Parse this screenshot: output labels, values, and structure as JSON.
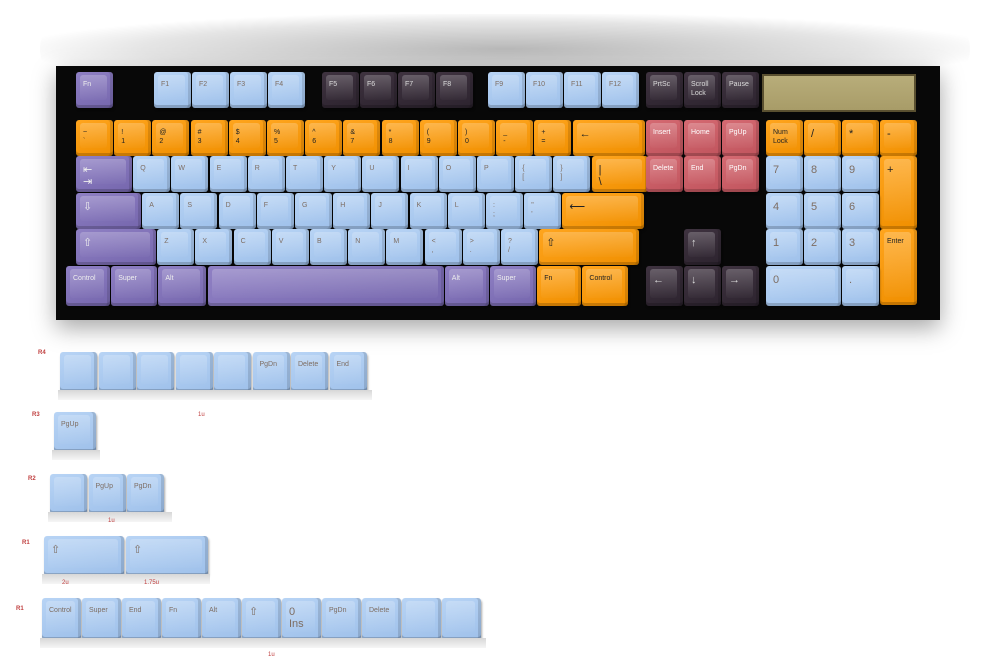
{
  "keyboard": {
    "row_fn": [
      {
        "label": "Fn",
        "color": "purple"
      },
      {
        "label": "F1",
        "color": "blue"
      },
      {
        "label": "F2",
        "color": "blue"
      },
      {
        "label": "F3",
        "color": "blue"
      },
      {
        "label": "F4",
        "color": "blue"
      },
      {
        "label": "F5",
        "color": "dark"
      },
      {
        "label": "F6",
        "color": "dark"
      },
      {
        "label": "F7",
        "color": "dark"
      },
      {
        "label": "F8",
        "color": "dark"
      },
      {
        "label": "F9",
        "color": "blue"
      },
      {
        "label": "F10",
        "color": "blue"
      },
      {
        "label": "F11",
        "color": "blue"
      },
      {
        "label": "F12",
        "color": "blue"
      },
      {
        "label": "PrtSc",
        "color": "dark"
      },
      {
        "label": "Scroll\nLock",
        "color": "dark"
      },
      {
        "label": "Pause",
        "color": "dark"
      }
    ],
    "row_num": [
      {
        "label": "~\n`",
        "color": "orange"
      },
      {
        "label": "!\n1",
        "color": "orange"
      },
      {
        "label": "@\n2",
        "color": "orange"
      },
      {
        "label": "#\n3",
        "color": "orange"
      },
      {
        "label": "$\n4",
        "color": "orange"
      },
      {
        "label": "%\n5",
        "color": "orange"
      },
      {
        "label": "^\n6",
        "color": "orange"
      },
      {
        "label": "&\n7",
        "color": "orange"
      },
      {
        "label": "*\n8",
        "color": "orange"
      },
      {
        "label": "(\n9",
        "color": "orange"
      },
      {
        "label": ")\n0",
        "color": "orange"
      },
      {
        "label": "_\n-",
        "color": "orange"
      },
      {
        "label": "+\n=",
        "color": "orange"
      },
      {
        "label": "←",
        "color": "orange"
      }
    ],
    "row_q": [
      {
        "label": "⇤\n⇥",
        "color": "purple"
      },
      {
        "label": "Q",
        "color": "blue"
      },
      {
        "label": "W",
        "color": "blue"
      },
      {
        "label": "E",
        "color": "blue"
      },
      {
        "label": "R",
        "color": "blue"
      },
      {
        "label": "T",
        "color": "blue"
      },
      {
        "label": "Y",
        "color": "blue"
      },
      {
        "label": "U",
        "color": "blue"
      },
      {
        "label": "I",
        "color": "blue"
      },
      {
        "label": "O",
        "color": "blue"
      },
      {
        "label": "P",
        "color": "blue"
      },
      {
        "label": "{\n[",
        "color": "blue"
      },
      {
        "label": "}\n]",
        "color": "blue"
      },
      {
        "label": "|\n\\",
        "color": "orange"
      }
    ],
    "row_a": [
      {
        "label": "⇩",
        "color": "purple"
      },
      {
        "label": "A",
        "color": "blue"
      },
      {
        "label": "S",
        "color": "blue"
      },
      {
        "label": "D",
        "color": "blue"
      },
      {
        "label": "F",
        "color": "blue"
      },
      {
        "label": "G",
        "color": "blue"
      },
      {
        "label": "H",
        "color": "blue"
      },
      {
        "label": "J",
        "color": "blue"
      },
      {
        "label": "K",
        "color": "blue"
      },
      {
        "label": "L",
        "color": "blue"
      },
      {
        "label": ":\n;",
        "color": "blue"
      },
      {
        "label": "\"\n'",
        "color": "blue"
      },
      {
        "label": "⟵",
        "color": "orange"
      }
    ],
    "row_z": [
      {
        "label": "⇧",
        "color": "purple"
      },
      {
        "label": "Z",
        "color": "blue"
      },
      {
        "label": "X",
        "color": "blue"
      },
      {
        "label": "C",
        "color": "blue"
      },
      {
        "label": "V",
        "color": "blue"
      },
      {
        "label": "B",
        "color": "blue"
      },
      {
        "label": "N",
        "color": "blue"
      },
      {
        "label": "M",
        "color": "blue"
      },
      {
        "label": "<\n,",
        "color": "blue"
      },
      {
        "label": ">\n.",
        "color": "blue"
      },
      {
        "label": "?\n/",
        "color": "blue"
      },
      {
        "label": "⇧",
        "color": "orange"
      }
    ],
    "row_bottom": [
      {
        "label": "Control",
        "color": "purple"
      },
      {
        "label": "Super",
        "color": "purple"
      },
      {
        "label": "Alt",
        "color": "purple"
      },
      {
        "label": "",
        "color": "purple"
      },
      {
        "label": "Alt",
        "color": "purple"
      },
      {
        "label": "Super",
        "color": "purple"
      },
      {
        "label": "Fn",
        "color": "orange"
      },
      {
        "label": "Control",
        "color": "orange"
      }
    ],
    "nav": [
      {
        "label": "Insert",
        "color": "red"
      },
      {
        "label": "Home",
        "color": "red"
      },
      {
        "label": "PgUp",
        "color": "red"
      },
      {
        "label": "Delete",
        "color": "red"
      },
      {
        "label": "End",
        "color": "red"
      },
      {
        "label": "PgDn",
        "color": "red"
      }
    ],
    "arrows": [
      {
        "label": "↑",
        "color": "dark"
      },
      {
        "label": "←",
        "color": "dark"
      },
      {
        "label": "↓",
        "color": "dark"
      },
      {
        "label": "→",
        "color": "dark"
      }
    ],
    "numpad": [
      {
        "label": "Num\nLock",
        "color": "orange"
      },
      {
        "label": "/",
        "color": "orange"
      },
      {
        "label": "*",
        "color": "orange"
      },
      {
        "label": "-",
        "color": "orange"
      },
      {
        "label": "7",
        "color": "blue"
      },
      {
        "label": "8",
        "color": "blue"
      },
      {
        "label": "9",
        "color": "blue"
      },
      {
        "label": "+",
        "color": "orange"
      },
      {
        "label": "4",
        "color": "blue"
      },
      {
        "label": "5",
        "color": "blue"
      },
      {
        "label": "6",
        "color": "blue"
      },
      {
        "label": "1",
        "color": "blue"
      },
      {
        "label": "2",
        "color": "blue"
      },
      {
        "label": "3",
        "color": "blue"
      },
      {
        "label": "Enter",
        "color": "orange"
      },
      {
        "label": "0",
        "color": "blue"
      },
      {
        "label": ".",
        "color": "blue"
      }
    ]
  },
  "kit": {
    "r4": {
      "tag": "R4",
      "keys": [
        "",
        "",
        "",
        "",
        "",
        "PgDn",
        "Delete",
        "End"
      ]
    },
    "r3": {
      "tag": "R3",
      "keys": [
        "PgUp"
      ],
      "size": "1u"
    },
    "r2": {
      "tag": "R2",
      "keys": [
        "",
        "PgUp",
        "PgDn"
      ],
      "size": "1u"
    },
    "r1_shift": {
      "tag": "R1",
      "keys": [
        "⇧",
        "⇧"
      ],
      "sizes": [
        "2u",
        "1.75u"
      ]
    },
    "r1": {
      "tag": "R1",
      "keys": [
        "Control",
        "Super",
        "End",
        "Fn",
        "Alt",
        "⇧",
        "0\nIns",
        "PgDn",
        "Delete",
        "",
        ""
      ],
      "size": "1u"
    }
  }
}
